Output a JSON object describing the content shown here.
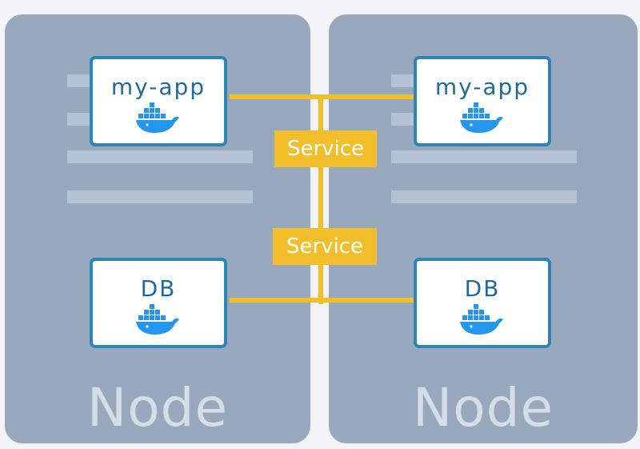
{
  "nodes": [
    {
      "label": "Node"
    },
    {
      "label": "Node"
    }
  ],
  "pods": {
    "left_app": {
      "label": "my-app",
      "icon": "docker-whale-icon"
    },
    "right_app": {
      "label": "my-app",
      "icon": "docker-whale-icon"
    },
    "left_db": {
      "label": "DB",
      "icon": "docker-whale-icon"
    },
    "right_db": {
      "label": "DB",
      "icon": "docker-whale-icon"
    }
  },
  "services": [
    {
      "label": "Service"
    },
    {
      "label": "Service"
    }
  ],
  "colors": {
    "node_bg": "#98a9be",
    "pod_border": "#2c85b6",
    "service": "#f2be2a",
    "docker_blue": "#2396ed"
  }
}
